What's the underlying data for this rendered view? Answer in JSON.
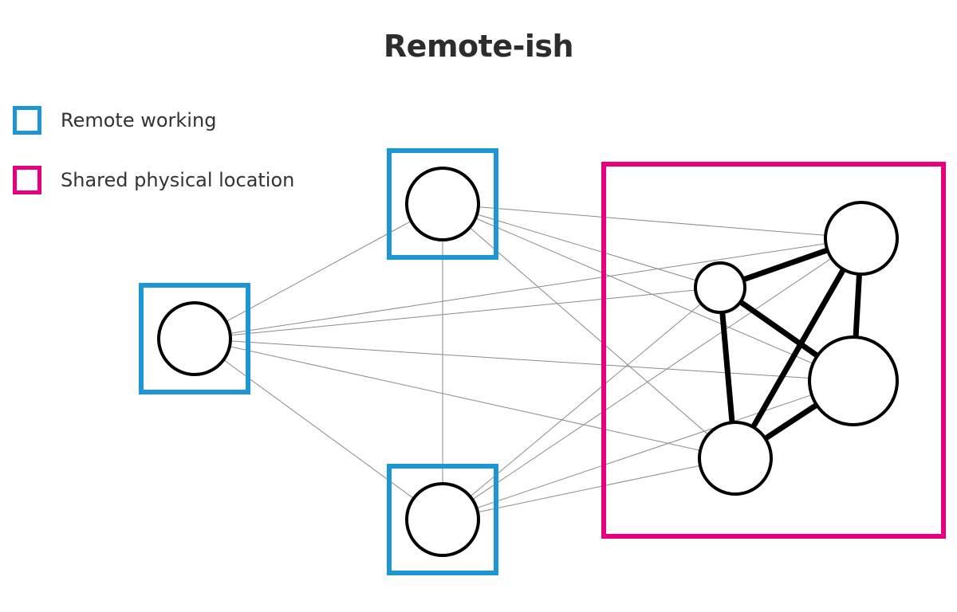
{
  "title": "Remote-ish",
  "legend": [
    {
      "label": "Remote working",
      "color": "#1e96d3"
    },
    {
      "label": "Shared physical location",
      "color": "#e6007e"
    }
  ],
  "colors": {
    "remote_box": "#1e96d3",
    "office_box": "#e6007e",
    "node_stroke": "#000000",
    "thin_link": "#8a8a8a",
    "thick_link": "#000000"
  }
}
